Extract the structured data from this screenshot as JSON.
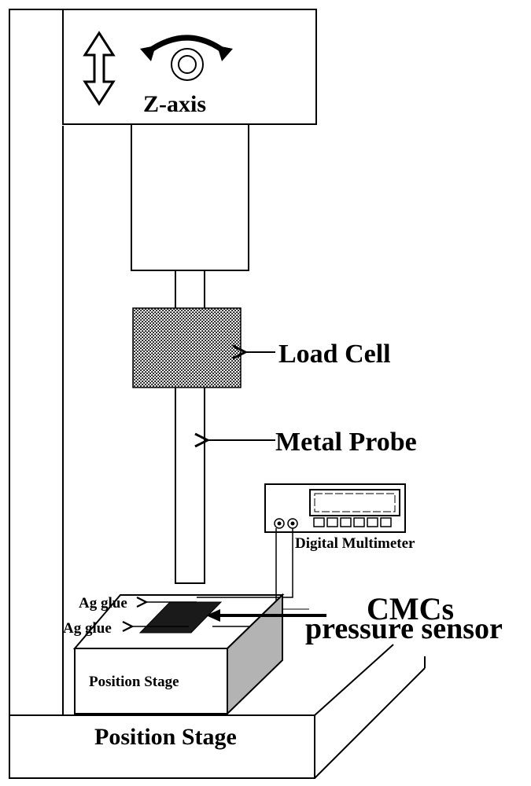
{
  "labels": {
    "z_axis": "Z-axis",
    "load_cell": "Load Cell",
    "metal_probe": "Metal Probe",
    "digital_multimeter": "Digital Multimeter",
    "ag_glue_top": "Ag glue",
    "ag_glue_bottom": "Ag glue",
    "cmcs": "CMCs",
    "pressure_sensor": "pressure sensor",
    "position_stage_small": "Position Stage",
    "position_stage_base": "Position Stage"
  },
  "colors": {
    "line": "#000000",
    "background": "#ffffff",
    "stage_side": "#b3b3b3",
    "sensor": "#1a1a1a"
  }
}
